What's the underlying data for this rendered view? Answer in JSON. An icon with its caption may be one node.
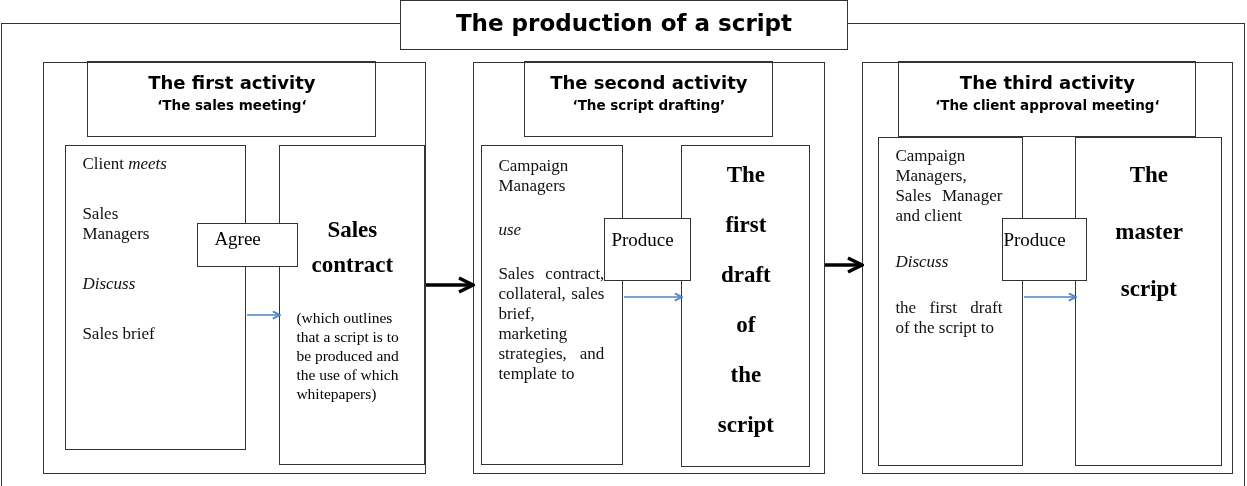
{
  "diagram": {
    "title": "The production of a script",
    "nodes": [
      {
        "text": [],
        "shape": "box"
      },
      {
        "text": [],
        "shape": "box",
        "in": 0
      },
      {
        "text": [
          "The first activity",
          "‘The sales meeting‘"
        ],
        "in": 1
      },
      {
        "text": [
          "Client *meets*",
          "Sales Managers",
          "*Discuss*",
          "Sales brief"
        ],
        "in": 1
      },
      {
        "text": [
          "Agree"
        ],
        "in": 1
      },
      {
        "text": [
          "Sales contract",
          "(which outlines that a script is to be produced and the use of which whitepapers)"
        ],
        "in": 1
      },
      {
        "text": [],
        "shape": "box",
        "in": 0
      },
      {
        "text": [
          "The second activity",
          "‘The script drafting’"
        ],
        "in": 6
      },
      {
        "text": [
          "Campaign Managers",
          "*use*",
          "Sales contract, collateral, sales brief, marketing strategies, and template to"
        ],
        "in": 6
      },
      {
        "text": [
          "Produce"
        ],
        "in": 6
      },
      {
        "text": [
          "The first draft of the script"
        ],
        "in": 6
      },
      {
        "text": [],
        "shape": "box",
        "in": 0
      },
      {
        "text": [
          "The third activity",
          "‘The client approval meeting‘"
        ],
        "in": 11
      },
      {
        "text": [
          "Campaign Managers, Sales Manager and client",
          "*Discuss*",
          "the first draft of the script to"
        ],
        "in": 11
      },
      {
        "text": [
          "Produce"
        ],
        "in": 11
      },
      {
        "text": [
          "The master script"
        ],
        "in": 11
      }
    ],
    "edges": [
      {
        "from": 3,
        "to": 5,
        "arrow": "to"
      },
      {
        "from": 1,
        "to": 6,
        "arrow": "to",
        "style": "thick",
        "color": "#000000"
      },
      {
        "from": 8,
        "to": 10,
        "arrow": "to"
      },
      {
        "from": 6,
        "to": 11,
        "arrow": "to",
        "style": "thick",
        "color": "#000000"
      },
      {
        "from": 13,
        "to": 15,
        "arrow": "to"
      }
    ]
  }
}
